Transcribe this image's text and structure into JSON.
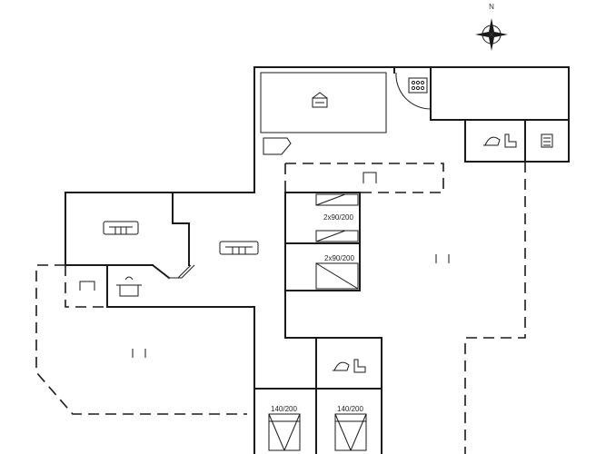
{
  "compass": {
    "north_label": "N"
  },
  "bed_labels": {
    "upper_twin": "2x90/200",
    "lower_twin": "2x90/200",
    "double_left": "140/200",
    "double_right": "140/200"
  }
}
